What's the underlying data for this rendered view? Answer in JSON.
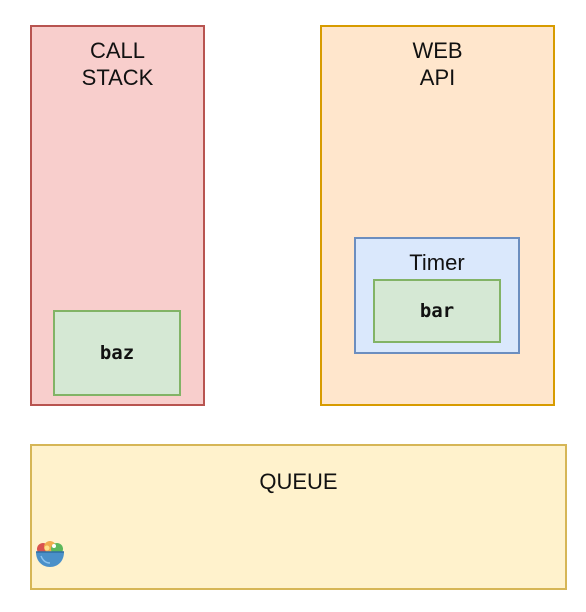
{
  "call_stack": {
    "title": "CALL\nSTACK",
    "frames": [
      "baz"
    ]
  },
  "web_api": {
    "title": "WEB\nAPI",
    "timer": {
      "title": "Timer",
      "callback": "bar"
    }
  },
  "queue": {
    "title": "QUEUE"
  },
  "icons": {
    "queue_icon": "bowl-icon"
  },
  "colors": {
    "call_stack_fill": "#f8cecc",
    "call_stack_border": "#b85450",
    "web_api_fill": "#ffe6cc",
    "web_api_border": "#d79b00",
    "timer_fill": "#dae8fc",
    "timer_border": "#6c8ebf",
    "function_fill": "#d5e8d4",
    "function_border": "#82b366",
    "queue_fill": "#fff2cc",
    "queue_border": "#d6b656"
  }
}
